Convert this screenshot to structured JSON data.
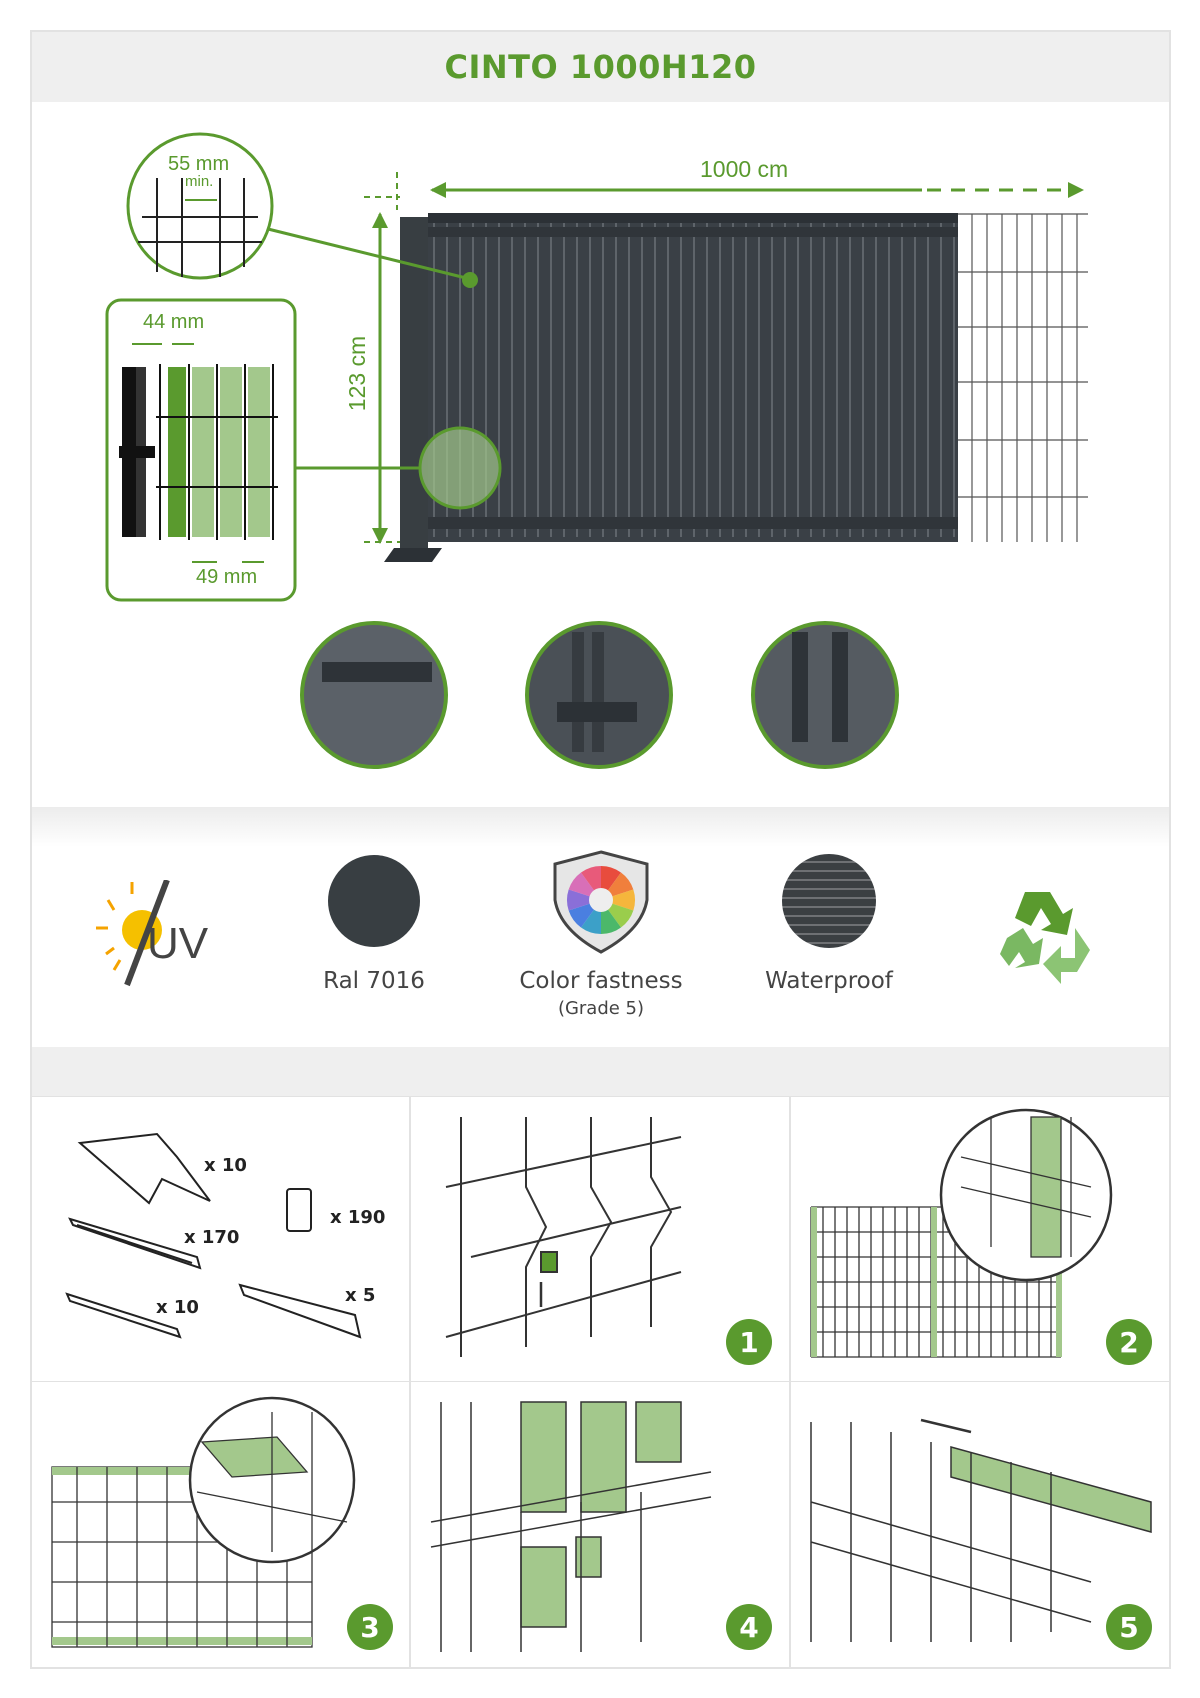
{
  "title": "CINTO 1000H120",
  "dimensions": {
    "width": "1000 cm",
    "height": "123 cm",
    "mesh": "55 mm",
    "mesh_note": "min.",
    "slat_gap": "44 mm",
    "slat_width": "49 mm"
  },
  "features": [
    {
      "icon": "uv-icon",
      "label": "UV"
    },
    {
      "icon": "color-swatch-icon",
      "label": "Ral 7016",
      "color": "#383e42"
    },
    {
      "icon": "color-wheel-shield-icon",
      "label": "Color fastness",
      "sub": "(Grade 5)"
    },
    {
      "icon": "waterproof-icon",
      "label": "Waterproof"
    },
    {
      "icon": "recycle-icon"
    }
  ],
  "parts": [
    {
      "qty": "x 10"
    },
    {
      "qty": "x 190"
    },
    {
      "qty": "x 170"
    },
    {
      "qty": "x 10"
    },
    {
      "qty": "x 5"
    }
  ],
  "steps": [
    "1",
    "2",
    "3",
    "4",
    "5"
  ],
  "colors": {
    "accent": "#5a9a2e",
    "light": "#a3c88c",
    "panel": "#3a4046"
  }
}
